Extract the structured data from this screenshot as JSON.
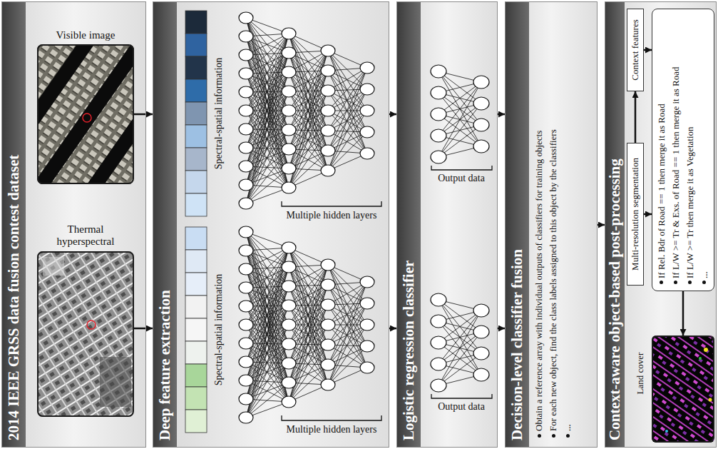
{
  "diagram": {
    "nodes": [
      {
        "text": [
          "2014 IEEE GRSS data fusion contest dataset"
        ]
      },
      {
        "text": [
          "Visible image"
        ],
        "in": 0
      },
      {
        "text": [
          "Thermal hyperspectral"
        ],
        "in": 0
      },
      {
        "text": [
          "Deep feature extraction"
        ]
      },
      {
        "text": [
          "Logistic regression classifier"
        ]
      },
      {
        "text": [
          "Decision-level classifier fusion",
          "Obtain a reference array with individual outputs of classifiers for training objects",
          "For each new object, find the class labels assigned to this object by the classifiers",
          "..."
        ]
      },
      {
        "text": [
          "Context-aware object-based post-processing"
        ]
      },
      {
        "text": [
          "Context features"
        ],
        "in": 6
      },
      {
        "text": [
          "Multi-resolution segmentation"
        ],
        "in": 6
      },
      {
        "text": [
          "If Rel. Bdr of Road == 1 then merge it as Road",
          "If L/W >= Tr & Exs. of Road == 1 then merge it as Road",
          "If L/W >= Tr then merge it as Vegetation",
          "..."
        ],
        "in": 6
      },
      {
        "text": [
          "Land cover"
        ],
        "in": 6
      }
    ],
    "edges": [
      {
        "from": 1,
        "to": 3,
        "arrow": "to"
      },
      {
        "from": 2,
        "to": 3,
        "arrow": "to"
      },
      {
        "from": 3,
        "to": 4,
        "arrow": "to"
      },
      {
        "from": 3,
        "to": 4,
        "arrow": "to"
      },
      {
        "from": 4,
        "to": 5,
        "arrow": "to"
      },
      {
        "from": 4,
        "to": 5,
        "arrow": "to"
      },
      {
        "from": 5,
        "to": 6,
        "arrow": "to"
      },
      {
        "from": 8,
        "to": 7,
        "arrow": "to"
      },
      {
        "from": 7,
        "to": 9,
        "arrow": "to"
      },
      {
        "from": 8,
        "to": 9,
        "arrow": "to"
      },
      {
        "from": 9,
        "to": 10,
        "arrow": "to"
      }
    ],
    "labels": [
      "Spectral-spatial information",
      "Multiple hidden layers",
      "Spectral-spatial information",
      "Multiple hidden layers",
      "Output data",
      "Output data"
    ]
  }
}
